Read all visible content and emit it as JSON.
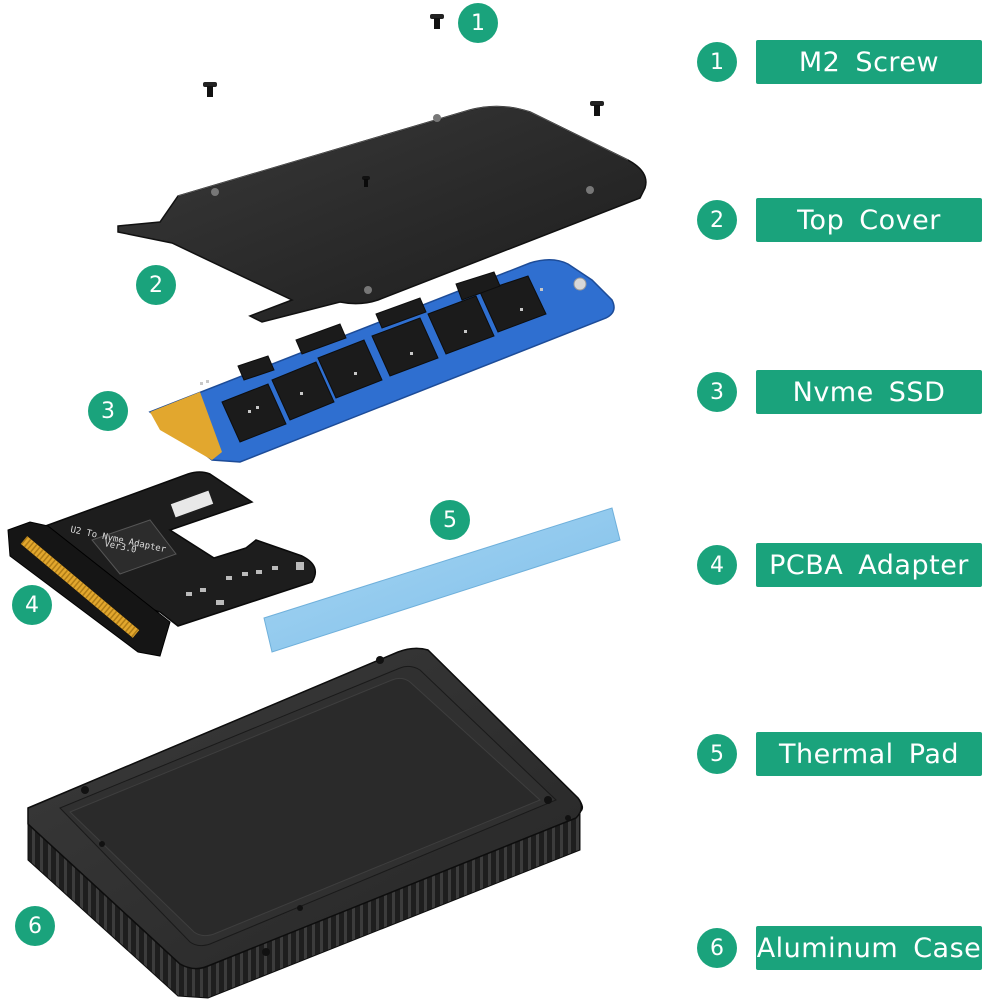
{
  "callouts": {
    "c1": "1",
    "c2": "2",
    "c3": "3",
    "c4": "4",
    "c5": "5",
    "c6": "6"
  },
  "legend": [
    {
      "num": "1",
      "label": "M2 Screw"
    },
    {
      "num": "2",
      "label": "Top  Cover"
    },
    {
      "num": "3",
      "label": "Nvme  SSD"
    },
    {
      "num": "4",
      "label": "PCBA  Adapter"
    },
    {
      "num": "5",
      "label": "Thermal  Pad"
    },
    {
      "num": "6",
      "label": "Aluminum Case"
    }
  ],
  "pcb": {
    "line1": "U2 To Nvme Adapter",
    "line2": "Ver3.0"
  },
  "colors": {
    "accent": "#1aa37c",
    "ssd_blue": "#2f6fd0",
    "thermal_pad": "#8cc8ee",
    "dark_metal": "#2b2b2b"
  }
}
